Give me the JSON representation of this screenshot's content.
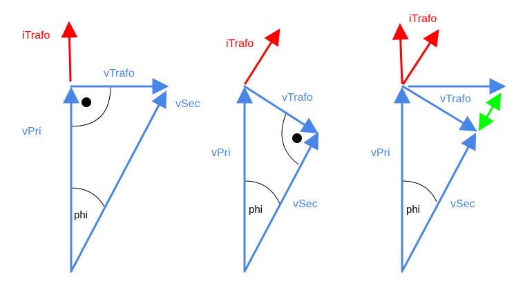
{
  "colors": {
    "voltage": "#4a86e8",
    "current": "#ff0000",
    "difference": "#00ff00",
    "angle": "#000000"
  },
  "panels": [
    {
      "labels": {
        "current": "iTrafo",
        "primary": "vPri",
        "transformer": "vTrafo",
        "secondary": "vSec",
        "angle": "phi"
      }
    },
    {
      "labels": {
        "current": "iTrafo",
        "primary": "vPri",
        "transformer": "vTrafo",
        "secondary": "vSec",
        "angle": "phi"
      }
    },
    {
      "labels": {
        "current": "iTrafo",
        "primary": "vPri",
        "transformer": "vTrafo",
        "secondary": "vSec",
        "angle": "phi"
      }
    }
  ]
}
